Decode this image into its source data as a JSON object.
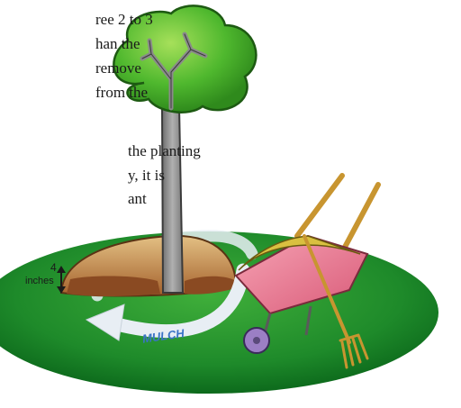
{
  "text_lines": [
    "ree 2 to 3",
    "han the",
    "remove",
    "from the",
    "the planting",
    "y, it is",
    "ant"
  ],
  "measurement": {
    "value": "4",
    "unit": "inches",
    "arrow": "double-arrow-icon"
  },
  "mulch_label": "MULCH",
  "colors": {
    "grass": "#1e8a2a",
    "foliage": "#4fb82e",
    "trunk": "#9a9a9a",
    "mulch": "#b8773e",
    "wheelbarrow": "#e87890",
    "handle": "#d9a63a",
    "wheel": "#9b7fc4",
    "arrow": "#e8eef4",
    "mulch_text": "#3a73c6"
  }
}
